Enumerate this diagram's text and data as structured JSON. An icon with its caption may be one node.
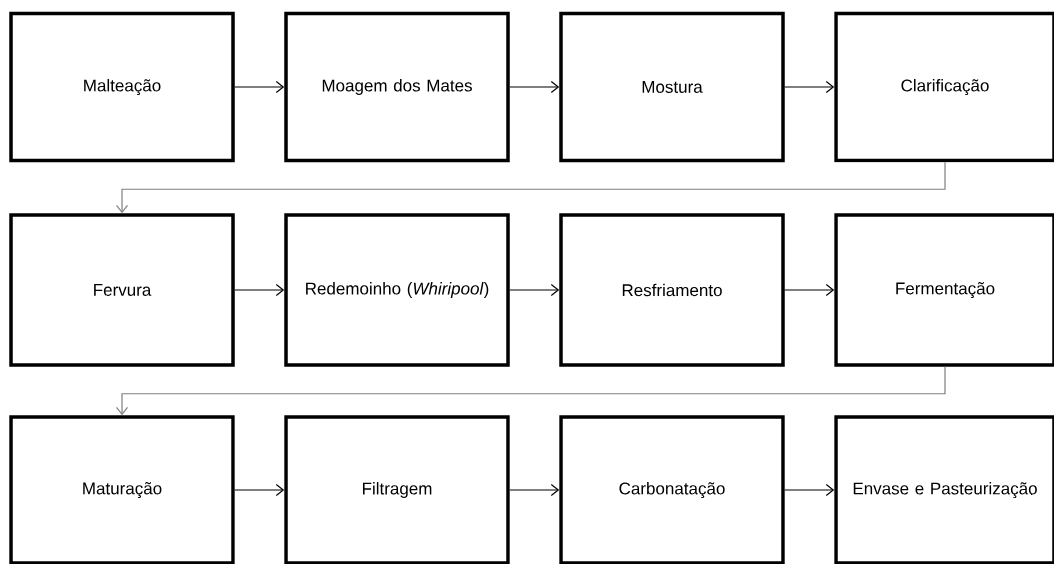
{
  "diagram": {
    "nodes": [
      {
        "text": [
          "Malteação"
        ]
      },
      {
        "text": [
          "Moagem dos Mates"
        ]
      },
      {
        "text": [
          "Mostura"
        ]
      },
      {
        "text": [
          "Clarificação"
        ]
      },
      {
        "text": [
          "Fervura"
        ]
      },
      {
        "text": [
          "Redemoinho (*Whiripool*)"
        ]
      },
      {
        "text": [
          "Resfriamento"
        ]
      },
      {
        "text": [
          "Fermentação"
        ]
      },
      {
        "text": [
          "Maturação"
        ]
      },
      {
        "text": [
          "Filtragem"
        ]
      },
      {
        "text": [
          "Carbonatação"
        ]
      },
      {
        "text": [
          "Envase e Pasteurização"
        ]
      }
    ],
    "edges": [
      {
        "from": 0,
        "to": 1,
        "arrow": "to"
      },
      {
        "from": 1,
        "to": 2,
        "arrow": "to"
      },
      {
        "from": 2,
        "to": 3,
        "arrow": "to"
      },
      {
        "from": 3,
        "to": 4,
        "arrow": "to",
        "color": "#7f7f7f"
      },
      {
        "from": 4,
        "to": 5,
        "arrow": "to"
      },
      {
        "from": 5,
        "to": 6,
        "arrow": "to"
      },
      {
        "from": 6,
        "to": 7,
        "arrow": "to"
      },
      {
        "from": 7,
        "to": 8,
        "arrow": "to",
        "color": "#7f7f7f"
      },
      {
        "from": 8,
        "to": 9,
        "arrow": "to"
      },
      {
        "from": 9,
        "to": 10,
        "arrow": "to"
      },
      {
        "from": 10,
        "to": 11,
        "arrow": "to"
      }
    ]
  }
}
